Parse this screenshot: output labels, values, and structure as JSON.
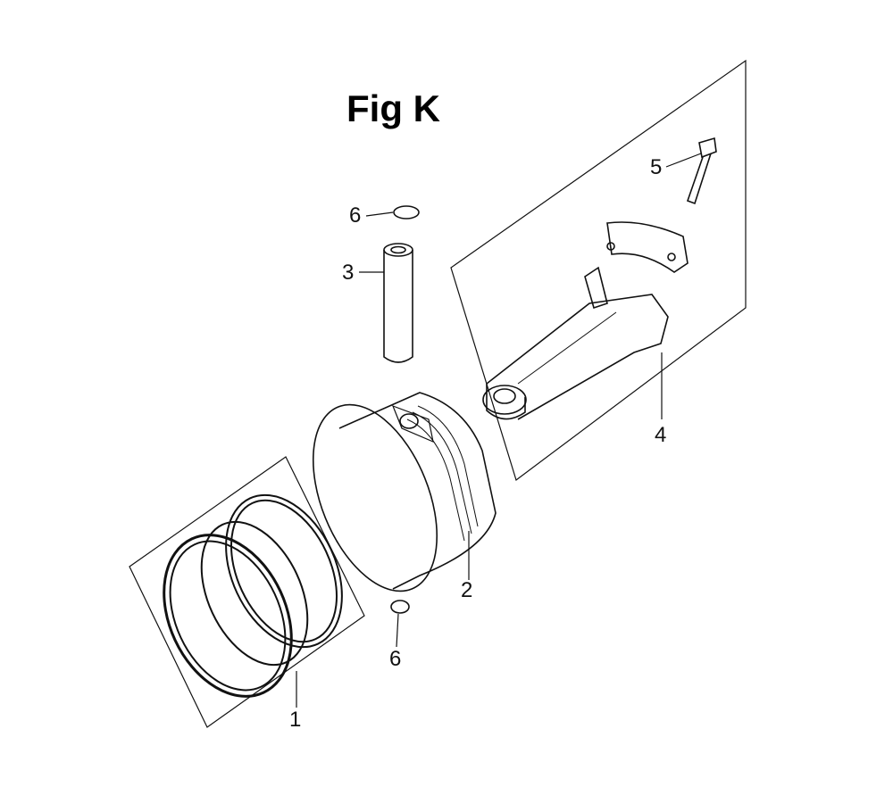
{
  "figure": {
    "title": "Fig K",
    "callouts": {
      "piston_rings": "1",
      "piston": "2",
      "piston_pin": "3",
      "connecting_rod": "4",
      "rod_bolt": "5",
      "pin_clip_top": "6",
      "pin_clip_bottom": "6"
    }
  }
}
